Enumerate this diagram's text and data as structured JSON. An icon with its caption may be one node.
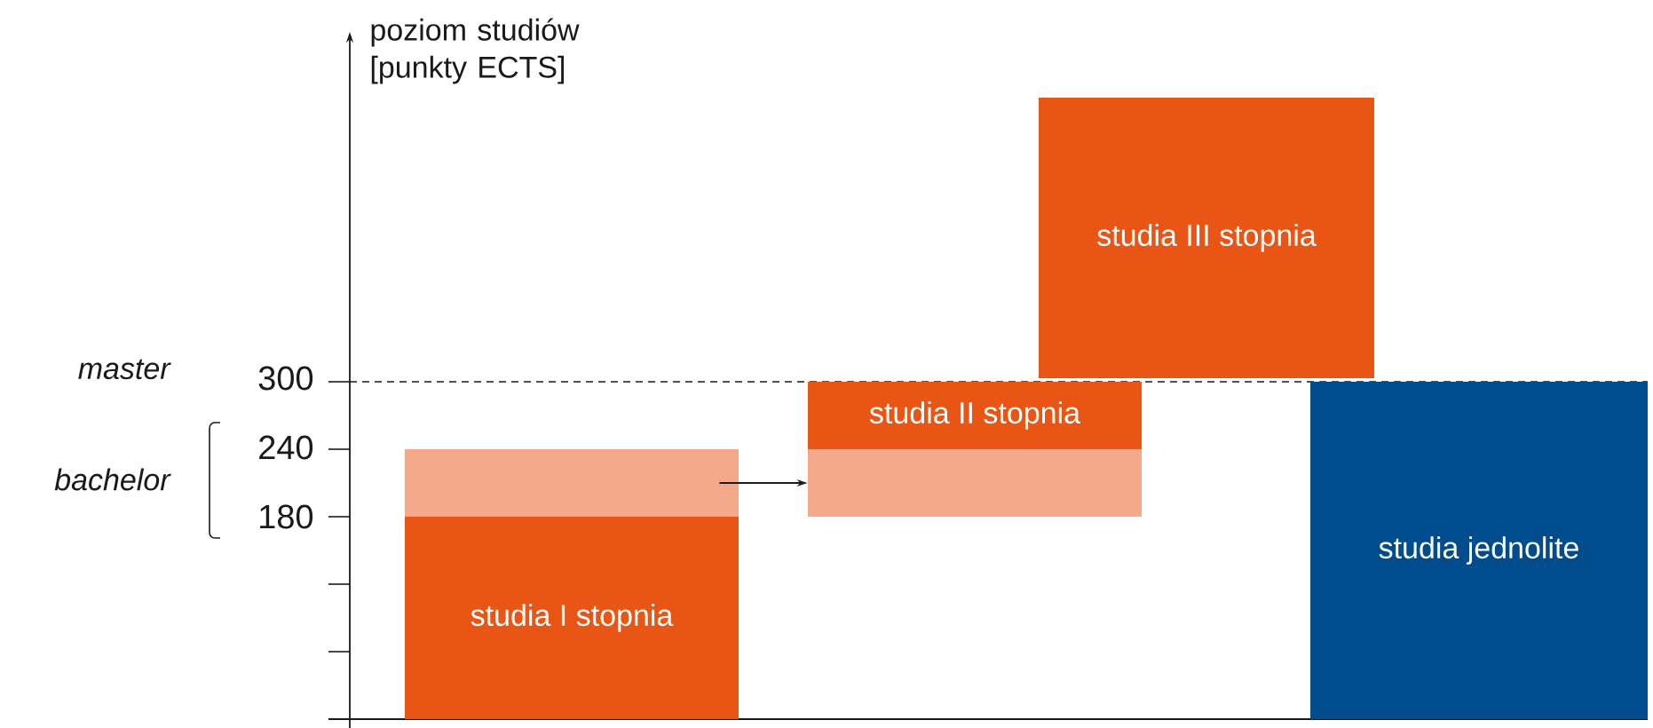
{
  "diagram": {
    "nodes": [
      {
        "text": [
          "studia I stopnia"
        ]
      },
      {
        "text": [],
        "shape": "box"
      },
      {
        "text": [
          "studia II stopnia"
        ]
      },
      {
        "text": [],
        "shape": "box"
      },
      {
        "text": [
          "studia III stopnia"
        ]
      },
      {
        "text": [
          "studia jednolite"
        ]
      }
    ],
    "edges": [
      {
        "from": 1,
        "to": 3,
        "arrow": "to"
      }
    ],
    "labels": [
      "poziom studiów [punkty ECTS]",
      "master",
      "300",
      "bachelor",
      "240",
      "180"
    ]
  }
}
